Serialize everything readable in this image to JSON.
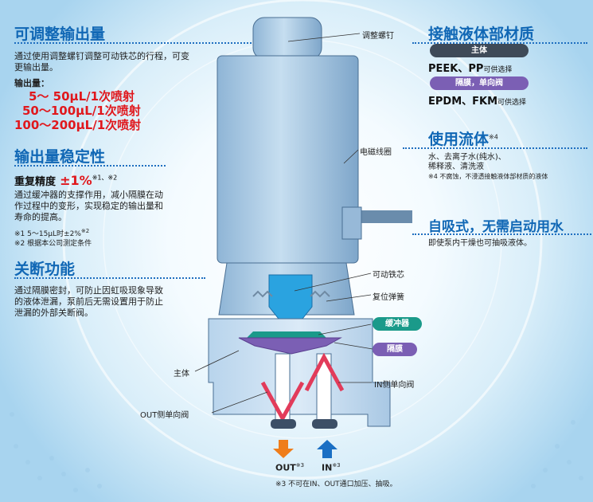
{
  "left": {
    "section1": {
      "heading": "可调整输出量",
      "desc": "通过使用调整螺钉调整可动铁芯的行程，可变更输出量。",
      "output_label": "输出量：",
      "ranges": [
        "5～ 50μL/1次喷射",
        "50～100μL/1次喷射",
        "100～200μL/1次喷射"
      ]
    },
    "section2": {
      "heading": "输出量稳定性",
      "precision_label": "重复精度",
      "precision_value": "±1%",
      "precision_sup": "※1、※2",
      "desc": "通过缓冲器的支撑作用，减小隔膜在动作过程中的变形，实现稳定的输出量和寿命的提高。",
      "note1": "※1  5～15μL时±2%",
      "note1_sup": "※2",
      "note2": "※2  根据本公司测定条件"
    },
    "section3": {
      "heading": "关断功能",
      "desc": "通过隔膜密封，可防止因虹吸现象导致的液体泄漏，泵前后无需设置用于防止泄漏的外部关断阀。"
    }
  },
  "right": {
    "materials": {
      "heading": "接触液体部材质",
      "badge_body": "主体",
      "body_line": "PEEK、PP",
      "body_suffix": "可供选择",
      "badge_diaphragm": "隔膜，单向阀",
      "diaphragm_line": "EPDM、FKM",
      "diaphragm_suffix": "可供选择"
    },
    "fluids": {
      "heading": "使用流体",
      "heading_sup": "※4",
      "desc1": "水、去离子水(纯水)、",
      "desc2": "稀释液、清洗液",
      "note": "※4  不腐蚀，不浸透接触液体部材质的液体"
    },
    "selfprime": {
      "heading": "自吸式，无需启动用水",
      "desc": "即使泵内干燥也可抽吸液体。"
    }
  },
  "labels": {
    "adjust_screw": "调整螺钉",
    "coil": "电磁线圈",
    "core": "可动铁芯",
    "spring": "复位弹簧",
    "buffer": "缓冲器",
    "diaphragm": "隔膜",
    "body": "主体",
    "in_valve": "IN侧单向阀",
    "out_valve": "OUT侧单向阀",
    "out": "OUT",
    "out_sup": "※3",
    "in": "IN",
    "in_sup": "※3",
    "footnote": "※3  不可在IN、OUT通口加压、抽吸。"
  },
  "colors": {
    "heading": "#1067b5",
    "red": "#e0181d",
    "buffer_badge": "#1a9a8a",
    "diaphragm_badge": "#7b5fb4",
    "out_arrow": "#ef7d1a",
    "in_arrow": "#1a6fc4"
  }
}
